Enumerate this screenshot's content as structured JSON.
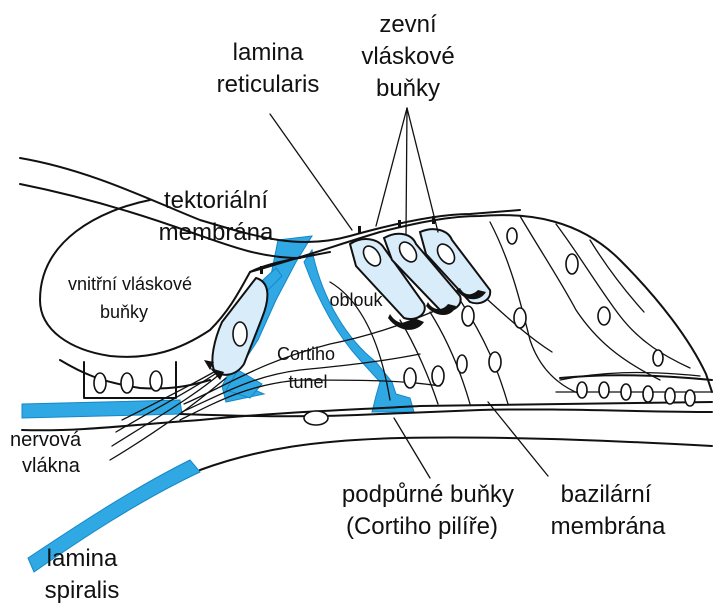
{
  "labels": {
    "zevni_line1": "zevní",
    "zevni_line2": "vláskové",
    "zevni_line3": "buňky",
    "lamina_ret_line1": "lamina",
    "lamina_ret_line2": "reticularis",
    "tekt_line1": "tektoriální",
    "tekt_line2": "membrána",
    "vnitrni_line1": "vnitřní vláskové",
    "vnitrni_line2": "buňky",
    "oblouk": "oblouk",
    "cortiho_line1": "Cortiho",
    "cortiho_line2": "tunel",
    "nervova_line1": "nervová",
    "nervova_line2": "vlákna",
    "podpurne_line1": "podpůrné buňky",
    "podpurne_line2": "(Cortiho pilíře)",
    "bazilarni_line1": "bazilární",
    "bazilarni_line2": "membrána",
    "lamina_sp_line1": "lamina",
    "lamina_sp_line2": "spiralis"
  },
  "colors": {
    "support_cells": "#2fa8e4",
    "hair_cells": "#d8ecfa",
    "outline": "#111111"
  }
}
